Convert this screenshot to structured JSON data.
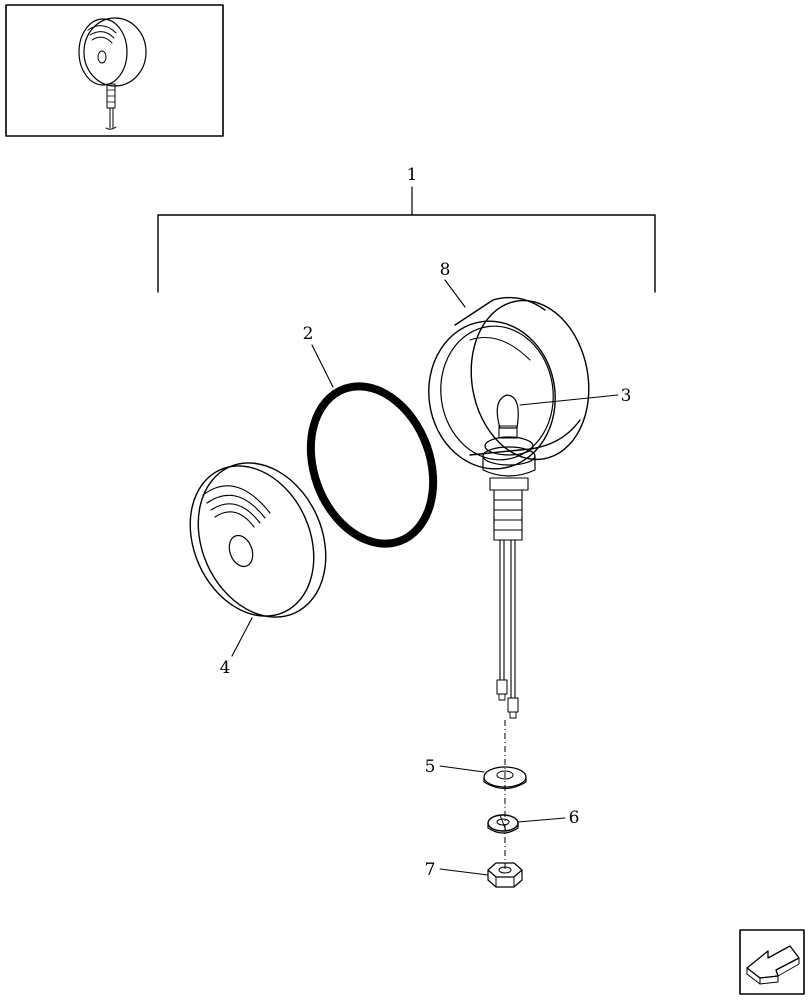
{
  "callouts": {
    "c1": "1",
    "c2": "2",
    "c3": "3",
    "c4": "4",
    "c5": "5",
    "c6": "6",
    "c7": "7",
    "c8": "8"
  },
  "icons": {
    "thumbnail": "lamp-thumbnail-icon",
    "navigation": "previous-page-arrow-icon"
  },
  "colors": {
    "line": "#000000",
    "background": "#ffffff",
    "shadow": "#1a1a1a"
  }
}
